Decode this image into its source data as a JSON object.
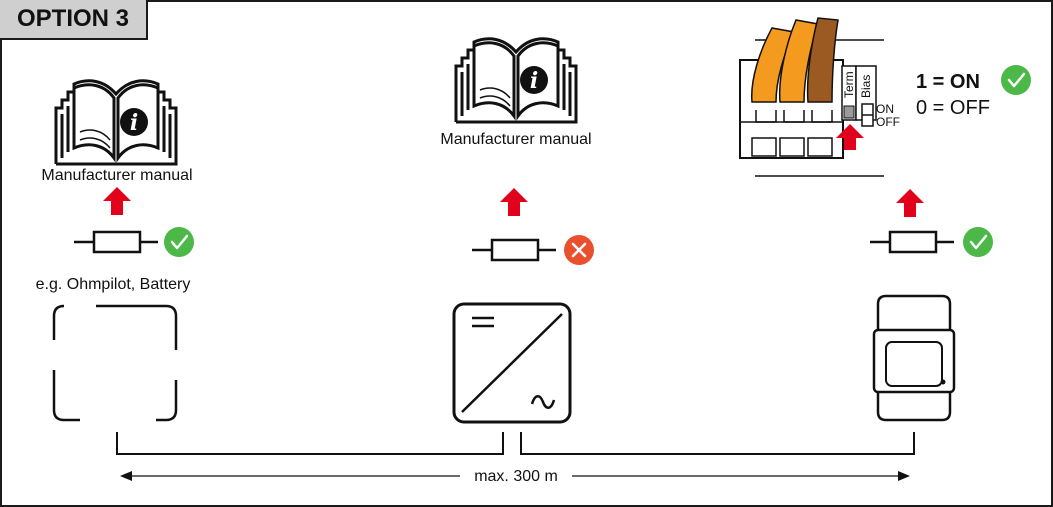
{
  "option_label": "OPTION 3",
  "manual_label": "Manufacturer manual",
  "device_left_label": "e.g. Ohmpilot, Battery",
  "distance_label": "max. 300 m",
  "switch": {
    "term_label": "Term",
    "bias_label": "Bias",
    "on_label": "ON",
    "off_label": "OFF"
  },
  "legend": {
    "on_text": "1 = ON",
    "off_text": "0 = OFF"
  },
  "resistor_status": [
    "allowed",
    "not-allowed",
    "allowed"
  ],
  "colors": {
    "check_green": "#4cb848",
    "cross_red": "#e8502e",
    "arrow_red": "#e3001b",
    "wire_orange": "#f39a1f",
    "wire_brown": "#9b5a22",
    "tab_gray": "#cfcfcf"
  }
}
